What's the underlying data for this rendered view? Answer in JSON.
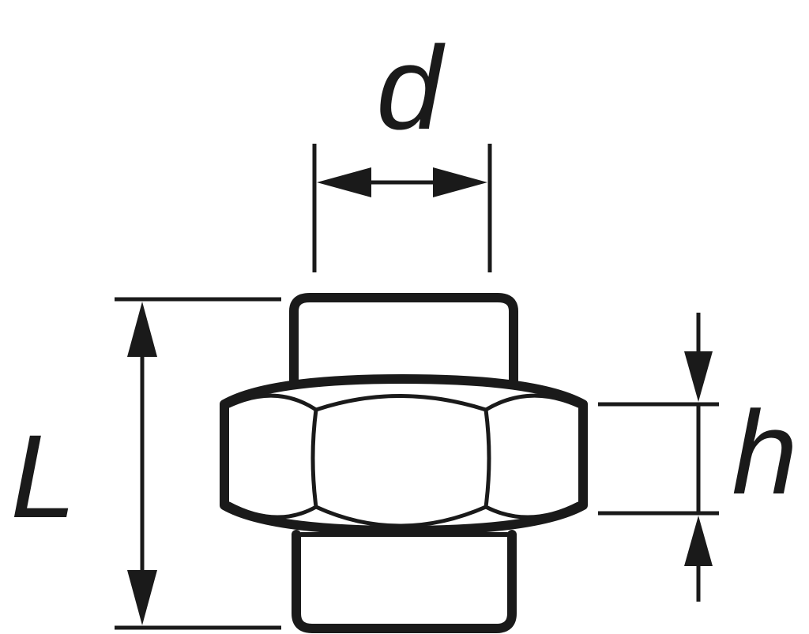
{
  "diagram": {
    "labels": {
      "diameter": "d",
      "length": "L",
      "height": "h"
    },
    "colors": {
      "ink": "#1a1a1a",
      "background": "#ffffff"
    }
  }
}
